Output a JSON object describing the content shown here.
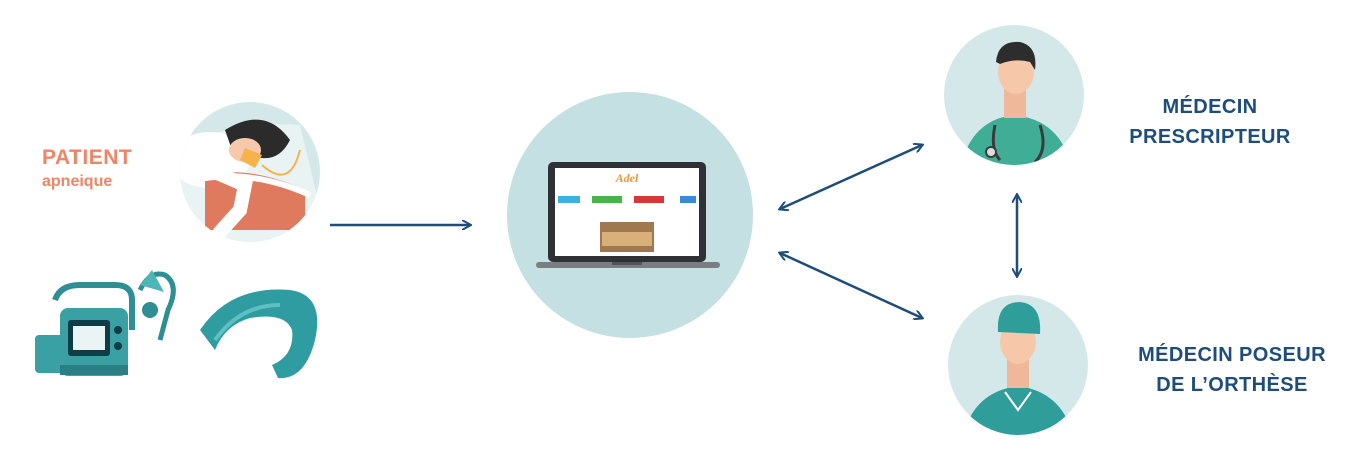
{
  "patient": {
    "title": "PATIENT",
    "subtitle": "apneique"
  },
  "platform": {
    "screen_logo": "Adel"
  },
  "doctors": {
    "prescripteur": {
      "line1": "MÉDECIN",
      "line2": "PRESCRIPTEUR"
    },
    "poseur": {
      "line1": "MÉDECIN POSEUR",
      "line2": "DE L’ORTHÈSE"
    }
  },
  "icons": [
    "patient-sleeping-icon",
    "cpap-machine-icon",
    "mandibular-orthosis-icon",
    "laptop-icon",
    "doctor-prescriber-icon",
    "doctor-surgeon-icon"
  ],
  "colors": {
    "circle": "#c5e0e2",
    "arrow": "#1e4d7b",
    "patient_label": "#ef8466",
    "doctor_label": "#1e4d7b",
    "teal": "#3c9ba0"
  }
}
